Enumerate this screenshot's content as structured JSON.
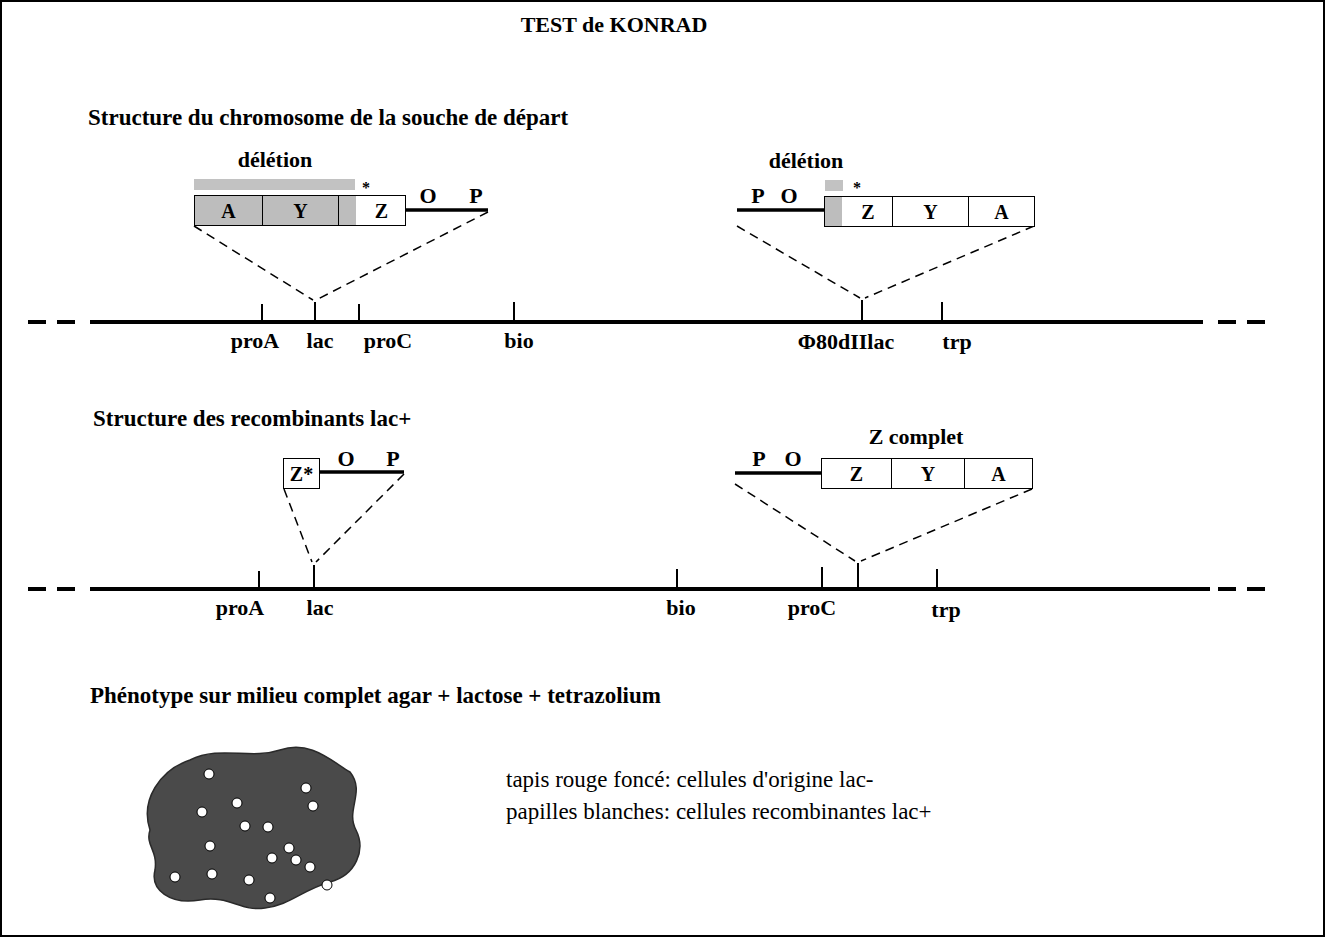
{
  "diagram": {
    "title": "TEST de KONRAD",
    "nodes": [
      {
        "text": [
          "A"
        ]
      },
      {
        "text": [
          "Y"
        ]
      },
      {
        "text": [
          "Z"
        ]
      },
      {
        "text": [
          "Z"
        ]
      },
      {
        "text": [
          "Y"
        ]
      },
      {
        "text": [
          "A"
        ]
      },
      {
        "text": [
          "Z*"
        ]
      },
      {
        "text": [
          "Z"
        ]
      },
      {
        "text": [
          "Y"
        ]
      },
      {
        "text": [
          "A"
        ]
      }
    ],
    "labels": [
      "Structure du chromosome de la souche de départ",
      "délétion",
      "*",
      "O",
      "P",
      "proA",
      "lac",
      "proC",
      "bio",
      "Φ80dIIlac",
      "trp",
      "délétion",
      "P",
      "O",
      "*",
      "Structure des recombinants lac+",
      "O",
      "P",
      "P",
      "O",
      "Z complet",
      "proA",
      "lac",
      "bio",
      "proC",
      "trp",
      "Phénotype sur milieu complet agar + lactose + tetrazolium",
      "tapis rouge foncé: cellules d'origine lac-",
      "papilles blanches: cellules recombinantes lac+"
    ]
  }
}
